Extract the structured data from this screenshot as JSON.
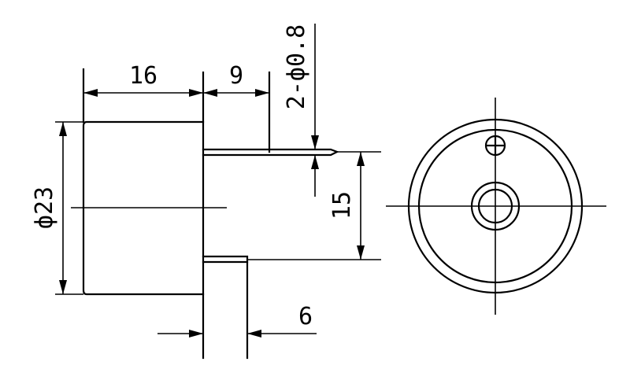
{
  "dimensions": {
    "body_length": "16",
    "pin_offset": "9",
    "pin_diameter": "2-ф0.8",
    "diameter": "ф23",
    "pin_spacing": "15",
    "pin_length": "6"
  },
  "marks": {
    "polarity_symbol": "plus"
  }
}
